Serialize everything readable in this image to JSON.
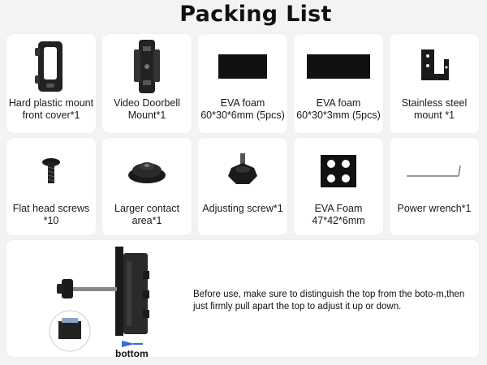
{
  "header": {
    "title": "Packing List"
  },
  "items": [
    {
      "label": "Hard plastic mount front cover*1",
      "icon": "front-cover-icon"
    },
    {
      "label": "Video Doorbell Mount*1",
      "icon": "doorbell-mount-icon"
    },
    {
      "label": "EVA foam 60*30*6mm (5pcs)",
      "icon": "foam-pad-icon"
    },
    {
      "label": "EVA foam 60*30*3mm (5pcs)",
      "icon": "foam-pad-thin-icon"
    },
    {
      "label": "Stainless steel mount *1",
      "icon": "steel-bracket-icon"
    },
    {
      "label": "Flat head screws *10",
      "icon": "screw-icon"
    },
    {
      "label": "Larger contact area*1",
      "icon": "contact-pad-icon"
    },
    {
      "label": "Adjusting screw*1",
      "icon": "knob-screw-icon"
    },
    {
      "label": "EVA Foam 47*42*6mm",
      "icon": "foam-square-icon"
    },
    {
      "label": "Power wrench*1",
      "icon": "hex-wrench-icon"
    }
  ],
  "instructions": {
    "note": "Before use, make sure to distinguish the top from the boto-m,then just firmly pull apart the top to adjust it up or down.",
    "bottom_label": "bottom"
  },
  "colors": {
    "background": "#f3f3f3",
    "card": "#ffffff",
    "product": "#111111"
  }
}
